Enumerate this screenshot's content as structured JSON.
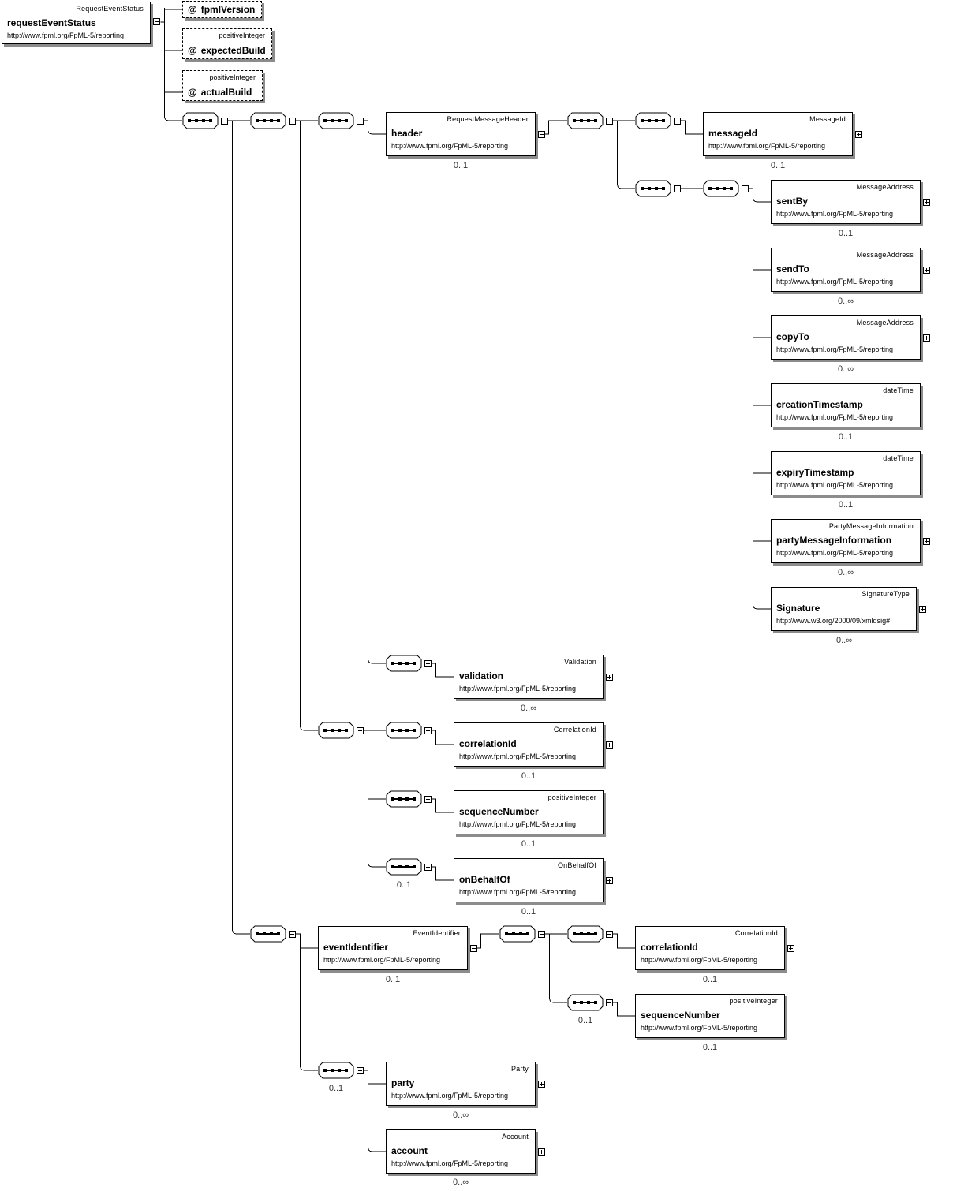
{
  "root": {
    "type": "RequestEventStatus",
    "name": "requestEventStatus",
    "ns": "http://www.fpml.org/FpML-5/reporting"
  },
  "attributes": [
    {
      "type": "",
      "at": "@",
      "name": "fpmlVersion"
    },
    {
      "type": "positiveInteger",
      "at": "@",
      "name": "expectedBuild"
    },
    {
      "type": "positiveInteger",
      "at": "@",
      "name": "actualBuild"
    }
  ],
  "elements": {
    "header": {
      "type": "RequestMessageHeader",
      "name": "header",
      "ns": "http://www.fpml.org/FpML-5/reporting",
      "card": "0..1"
    },
    "messageId": {
      "type": "MessageId",
      "name": "messageId",
      "ns": "http://www.fpml.org/FpML-5/reporting",
      "card": "0..1"
    },
    "sentBy": {
      "type": "MessageAddress",
      "name": "sentBy",
      "ns": "http://www.fpml.org/FpML-5/reporting",
      "card": "0..1"
    },
    "sendTo": {
      "type": "MessageAddress",
      "name": "sendTo",
      "ns": "http://www.fpml.org/FpML-5/reporting",
      "card": "0..∞"
    },
    "copyTo": {
      "type": "MessageAddress",
      "name": "copyTo",
      "ns": "http://www.fpml.org/FpML-5/reporting",
      "card": "0..∞"
    },
    "creationTimestamp": {
      "type": "dateTime",
      "name": "creationTimestamp",
      "ns": "http://www.fpml.org/FpML-5/reporting",
      "card": "0..1"
    },
    "expiryTimestamp": {
      "type": "dateTime",
      "name": "expiryTimestamp",
      "ns": "http://www.fpml.org/FpML-5/reporting",
      "card": "0..1"
    },
    "partyMessageInformation": {
      "type": "PartyMessageInformation",
      "name": "partyMessageInformation",
      "ns": "http://www.fpml.org/FpML-5/reporting",
      "card": "0..∞"
    },
    "signature": {
      "type": "SignatureType",
      "name": "Signature",
      "ns": "http://www.w3.org/2000/09/xmldsig#",
      "card": "0..∞"
    },
    "validation": {
      "type": "Validation",
      "name": "validation",
      "ns": "http://www.fpml.org/FpML-5/reporting",
      "card": "0..∞"
    },
    "correlationId1": {
      "type": "CorrelationId",
      "name": "correlationId",
      "ns": "http://www.fpml.org/FpML-5/reporting",
      "card": "0..1"
    },
    "sequenceNumber1": {
      "type": "positiveInteger",
      "name": "sequenceNumber",
      "ns": "http://www.fpml.org/FpML-5/reporting",
      "card": "0..1"
    },
    "onBehalfOf": {
      "type": "OnBehalfOf",
      "name": "onBehalfOf",
      "ns": "http://www.fpml.org/FpML-5/reporting",
      "card": "0..1"
    },
    "eventIdentifier": {
      "type": "EventIdentifier",
      "name": "eventIdentifier",
      "ns": "http://www.fpml.org/FpML-5/reporting",
      "card": "0..1"
    },
    "correlationId2": {
      "type": "CorrelationId",
      "name": "correlationId",
      "ns": "http://www.fpml.org/FpML-5/reporting",
      "card": "0..1"
    },
    "sequenceNumber2": {
      "type": "positiveInteger",
      "name": "sequenceNumber",
      "ns": "http://www.fpml.org/FpML-5/reporting",
      "card": "0..1"
    },
    "party": {
      "type": "Party",
      "name": "party",
      "ns": "http://www.fpml.org/FpML-5/reporting",
      "card": "0..∞"
    },
    "account": {
      "type": "Account",
      "name": "account",
      "ns": "http://www.fpml.org/FpML-5/reporting",
      "card": "0..∞"
    }
  },
  "sequence_cardinalities": {
    "onBehalfOf_seq": "0..1",
    "sequenceNumber2_seq": "0..1",
    "party_seq": "0..1"
  }
}
